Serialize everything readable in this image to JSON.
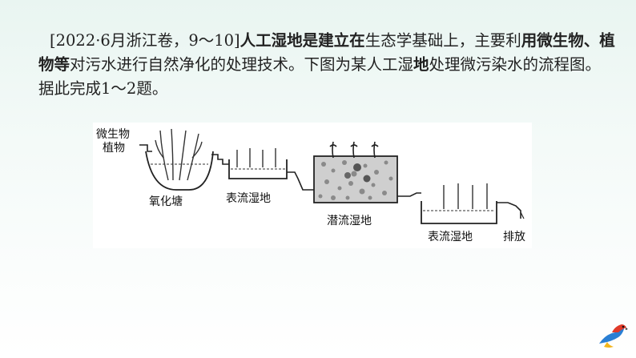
{
  "question": {
    "source": "[2022·6月浙江卷，9～10]",
    "seg1_bold": "人工湿地是建立在",
    "seg2": "生态学基础上，主要利",
    "seg3_bold": "用微生物、植物等",
    "seg4": "对污水进行自然净化的处理技术。下图为某人工湿",
    "seg5_bold": "地",
    "seg6": "处理微污染水的流程图。据此完成1～2题。"
  },
  "figure": {
    "label_microbe": "微生物",
    "label_plant": "植物",
    "label_oxidation_pond": "氧化塘",
    "label_surface_wetland_1": "表流湿地",
    "label_subsurface_wetland": "潜流湿地",
    "label_surface_wetland_2": "表流湿地",
    "label_discharge": "排放"
  }
}
